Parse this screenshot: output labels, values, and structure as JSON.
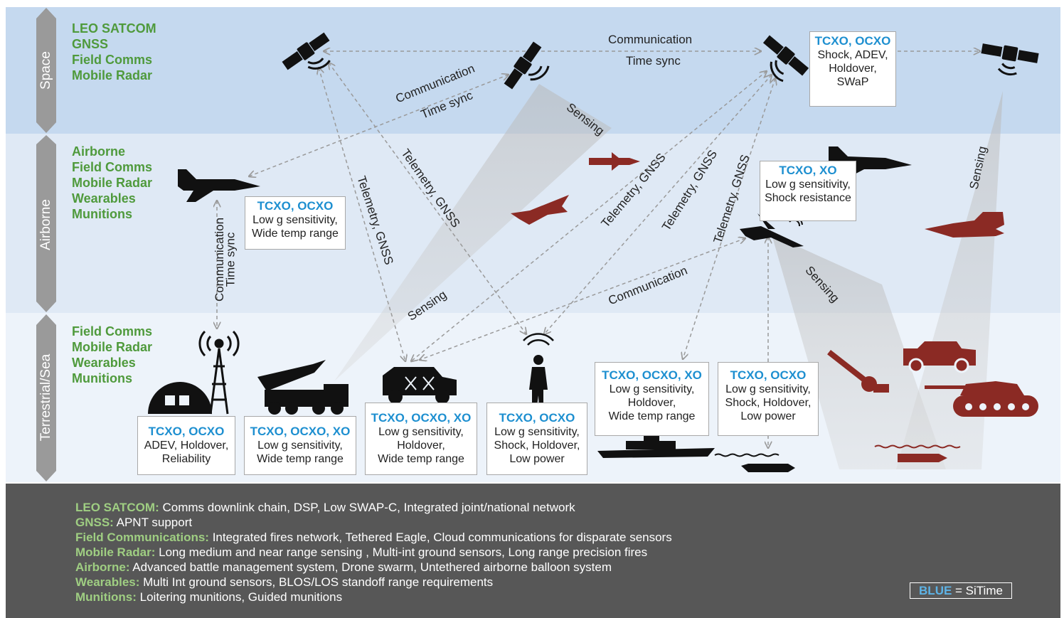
{
  "tiers": {
    "space": "Space",
    "airborne": "Airborne",
    "terrestrial": "Terrestrial/Sea"
  },
  "categories": {
    "space": [
      "LEO SATCOM",
      "GNSS",
      "Field Comms",
      "Mobile Radar"
    ],
    "airborne": [
      "Airborne",
      "Field Comms",
      "Mobile Radar",
      "Wearables",
      "Munitions"
    ],
    "terrestrial": [
      "Field Comms",
      "Mobile Radar",
      "Wearables",
      "Munitions"
    ]
  },
  "boxes": {
    "space_sat": {
      "osc": "TCXO, OCXO",
      "lines": [
        "Shock, ADEV,",
        "Holdover,",
        "SWaP"
      ]
    },
    "air_jet": {
      "osc": "TCXO, OCXO",
      "lines": [
        "Low g sensitivity,",
        "Wide temp range"
      ]
    },
    "air_drone": {
      "osc": "TCXO, XO",
      "lines": [
        "Low g sensitivity,",
        "Shock resistance"
      ]
    },
    "ground_base": {
      "osc": "TCXO, OCXO",
      "lines": [
        "ADEV,  Holdover,",
        "Reliability"
      ]
    },
    "ground_launcher": {
      "osc": "TCXO, OCXO, XO",
      "lines": [
        "Low g sensitivity,",
        "Wide temp range"
      ]
    },
    "ground_vehicle": {
      "osc": "TCXO, OCXO, XO",
      "lines": [
        "Low g sensitivity,",
        "Holdover,",
        "Wide temp range"
      ]
    },
    "ground_soldier": {
      "osc": "TCXO, OCXO",
      "lines": [
        "Low g sensitivity,",
        "Shock, Holdover,",
        "Low power"
      ]
    },
    "ship": {
      "osc": "TCXO, OCXO, XO",
      "lines": [
        "Low g sensitivity,",
        "Holdover,",
        "Wide temp range"
      ]
    },
    "sub": {
      "osc": "TCXO, OCXO",
      "lines": [
        "Low g sensitivity,",
        "Shock, Holdover,",
        "Low power"
      ]
    }
  },
  "links": {
    "communication": "Communication",
    "time_sync": "Time sync",
    "sensing": "Sensing",
    "telemetry_gnss": "Telemetry, GNSS"
  },
  "legend": [
    {
      "key": "LEO SATCOM:",
      "text": " Comms downlink chain, DSP, Low SWAP-C, Integrated joint/national network"
    },
    {
      "key": "GNSS:",
      "text": " APNT support"
    },
    {
      "key": "Field Communications:",
      "text": " Integrated fires network, Tethered Eagle, Cloud communications for disparate sensors"
    },
    {
      "key": "Mobile Radar:",
      "text": " Long medium and near range sensing , Multi-int ground sensors, Long range precision fires"
    },
    {
      "key": "Airborne:",
      "text": " Advanced battle management system, Drone swarm, Untethered airborne balloon system"
    },
    {
      "key": "Wearables:",
      "text": " Multi Int ground sensors, BLOS/LOS standoff range requirements"
    },
    {
      "key": "Munitions:",
      "text": " Loitering munitions, Guided munitions"
    }
  ],
  "key": {
    "blue": "BLUE",
    "rest": " = SiTime"
  },
  "colors": {
    "space": "#c5d9ef",
    "airborne": "#dfe9f5",
    "terrestrial": "#edf3fa",
    "category_green": "#4f9a3c",
    "sitime_blue": "#1d8fd0",
    "adversary": "#8b2a24",
    "legend_bg": "#575757"
  },
  "icons": [
    "satellite-icon",
    "fighter-jet-icon",
    "drone-icon",
    "missile-icon",
    "radio-tower-icon",
    "bunker-icon",
    "missile-launcher-icon",
    "armored-truck-icon",
    "soldier-icon",
    "warship-icon",
    "submarine-icon",
    "howitzer-icon",
    "humvee-icon",
    "tank-icon",
    "torpedo-icon"
  ]
}
